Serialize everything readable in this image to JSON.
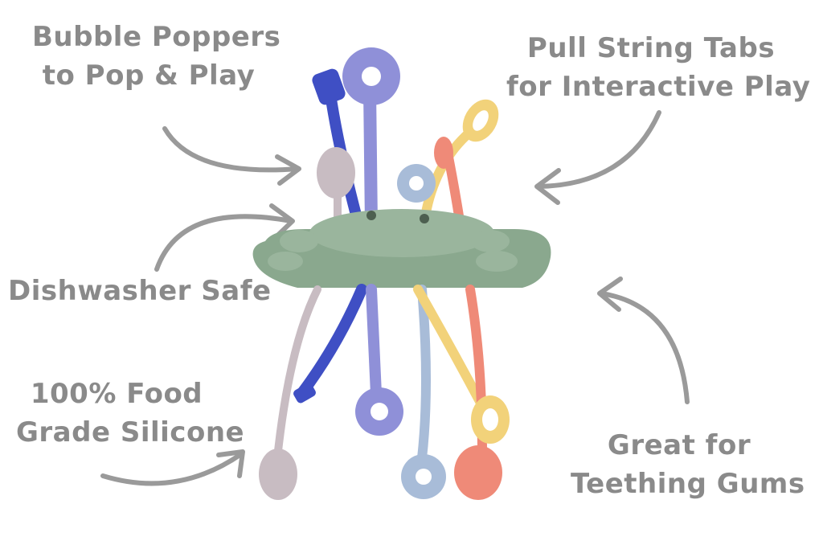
{
  "callouts": {
    "bubble_poppers": [
      "Bubble Poppers",
      "to Pop & Play"
    ],
    "pull_string": [
      "Pull String Tabs",
      "for Interactive Play"
    ],
    "dishwasher": [
      "Dishwasher Safe"
    ],
    "food_grade": [
      "100% Food",
      "Grade Silicone"
    ],
    "teething": [
      "Great for",
      "Teething Gums"
    ]
  },
  "colors": {
    "text": "#8a8a8a",
    "arrow": "#9a9a9a",
    "base": "#8aa88e",
    "blue": "#3f4fc4",
    "lavender": "#8f90d8",
    "periwinkle": "#a8bcd8",
    "yellow": "#f2d27a",
    "coral": "#ef8a78",
    "mauve": "#c8bcc2"
  },
  "icons": [
    "curved-arrow-icon"
  ]
}
